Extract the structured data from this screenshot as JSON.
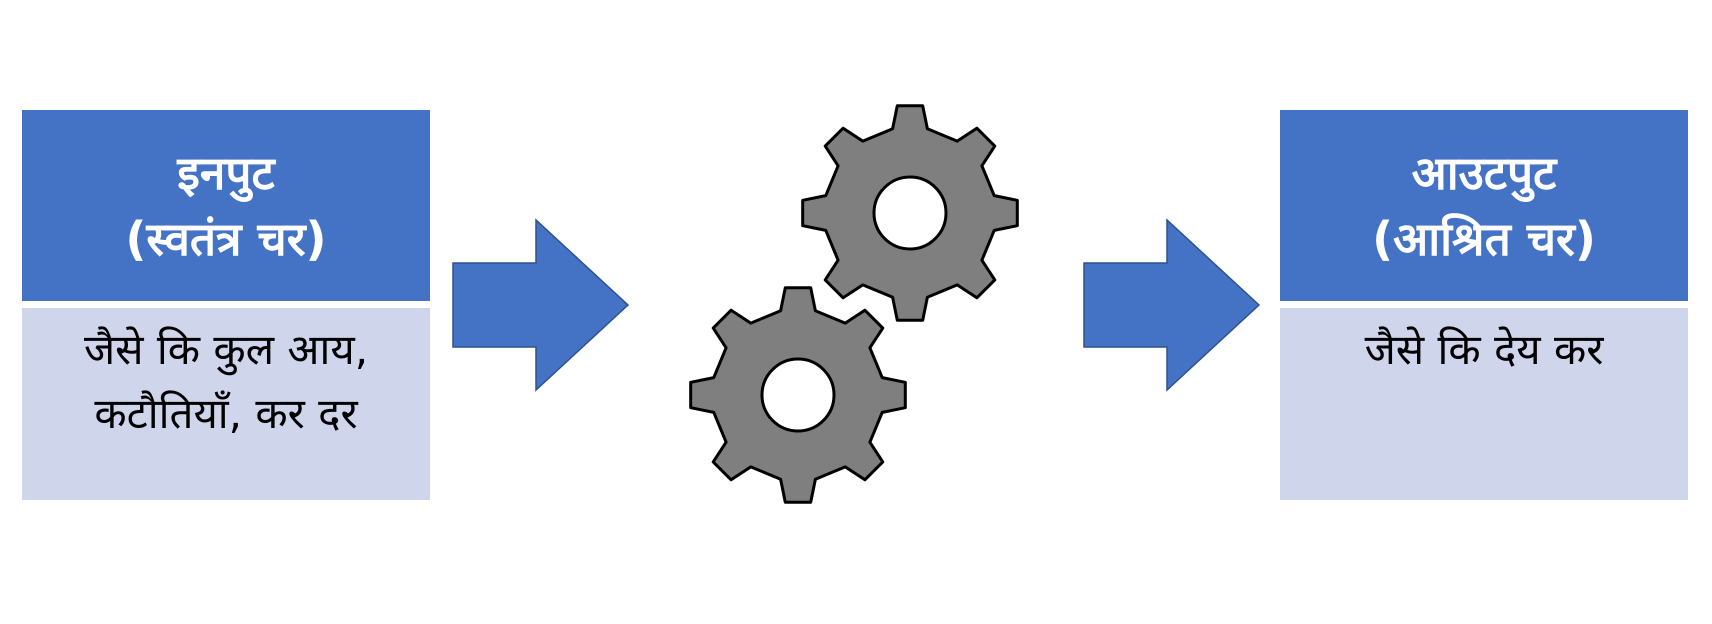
{
  "colors": {
    "box_header": "#4472c4",
    "box_body": "#cfd5ea",
    "arrow": "#4472c4",
    "gear_fill": "#7f7f7f",
    "gear_stroke": "#000000"
  },
  "input": {
    "title_line1": "इनपुट",
    "title_line2": "(स्वतंत्र चर)",
    "body_line1": "जैसे कि कुल आय,",
    "body_line2": "कटौतियाँ, कर दर"
  },
  "output": {
    "title_line1": "आउटपुट",
    "title_line2": "(आश्रित चर)",
    "body_line1": "जैसे कि देय कर"
  },
  "icons": {
    "arrows": [
      "arrow-right-icon",
      "arrow-right-icon"
    ],
    "gears": [
      "gear-icon",
      "gear-icon"
    ]
  }
}
